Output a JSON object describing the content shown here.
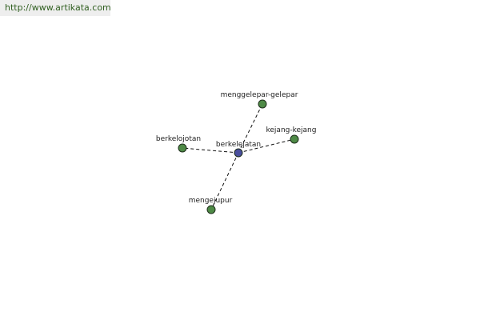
{
  "source_url": "http://www.artikata.com",
  "colors": {
    "center_node": "#4a4f9e",
    "leaf_node": "#4e8a46",
    "node_stroke": "#1f2f1c"
  },
  "graph": {
    "center": "berkelejatan",
    "nodes": [
      {
        "id": "center",
        "label": "berkelejatan",
        "role": "center"
      },
      {
        "id": "n1",
        "label": "menggelepar-gelepar",
        "role": "leaf"
      },
      {
        "id": "n2",
        "label": "kejang-kejang",
        "role": "leaf"
      },
      {
        "id": "n3",
        "label": "berkelojotan",
        "role": "leaf"
      },
      {
        "id": "n4",
        "label": "mengejupur",
        "role": "leaf"
      }
    ],
    "edges": [
      {
        "from": "center",
        "to": "n1"
      },
      {
        "from": "center",
        "to": "n2"
      },
      {
        "from": "center",
        "to": "n3"
      },
      {
        "from": "center",
        "to": "n4"
      }
    ]
  }
}
